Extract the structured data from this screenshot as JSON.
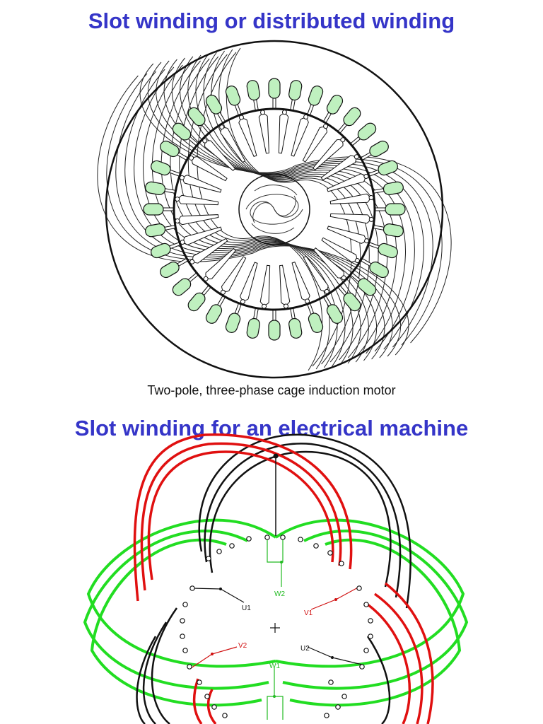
{
  "figure1": {
    "title": "Slot winding or distributed winding",
    "caption": "Two-pole, three-phase cage induction motor"
  },
  "figure2": {
    "title": "Slot winding for an electrical machine",
    "labels": {
      "u1": "U1",
      "u2": "U2",
      "v1": "V1",
      "v2": "V2",
      "w1": "W1",
      "w2": "W2"
    }
  },
  "colors": {
    "title": "#3535c8",
    "phase_u": "#111111",
    "phase_v": "#e01010",
    "phase_w": "#22dd22",
    "slot_fill": "#bff0bf"
  }
}
